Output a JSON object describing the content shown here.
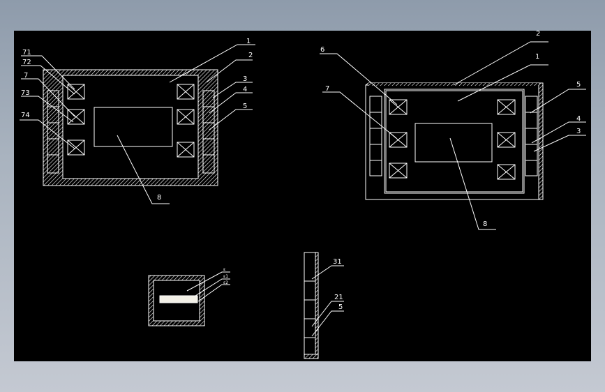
{
  "view_left": {
    "labels": {
      "l71": "71",
      "l72": "72",
      "l7": "7",
      "l73": "73",
      "l74": "74",
      "l1": "1",
      "l2": "2",
      "l3": "3",
      "l4": "4",
      "l5": "5",
      "l8": "8"
    }
  },
  "view_right": {
    "labels": {
      "l6": "6",
      "l7": "7",
      "l2": "2",
      "l1": "1",
      "l5": "5",
      "l4": "4",
      "l3": "3",
      "l8": "8"
    }
  },
  "section_small": {
    "labels": {
      "la": "ε",
      "lb": "ε1",
      "lc": "ε2"
    }
  },
  "section_strip": {
    "labels": {
      "l31": "31",
      "l21": "21",
      "l5": "5"
    }
  },
  "colors": {
    "background": "#000000",
    "line": "#ffffff",
    "window_gradient": "#a9b3bf"
  }
}
